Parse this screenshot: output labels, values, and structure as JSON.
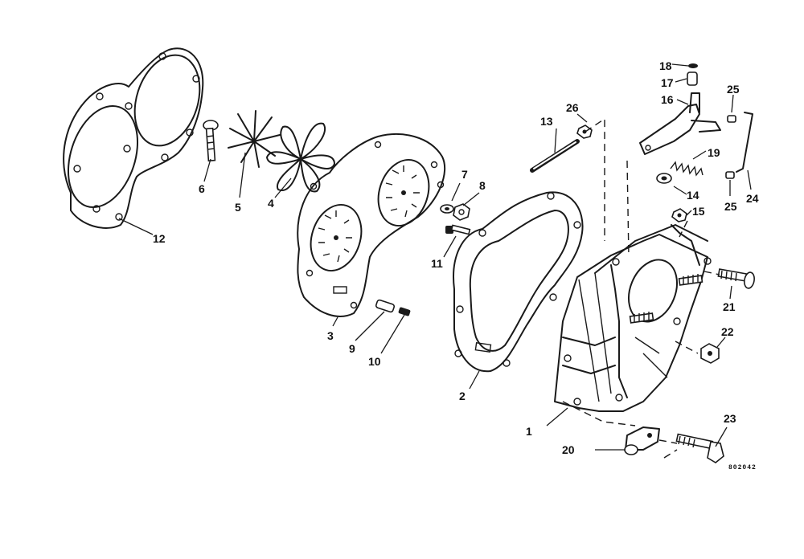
{
  "callouts": [
    {
      "id": "1",
      "text": "1"
    },
    {
      "id": "2",
      "text": "2"
    },
    {
      "id": "3",
      "text": "3"
    },
    {
      "id": "4",
      "text": "4"
    },
    {
      "id": "5",
      "text": "5"
    },
    {
      "id": "6",
      "text": "6"
    },
    {
      "id": "7",
      "text": "7"
    },
    {
      "id": "8",
      "text": "8"
    },
    {
      "id": "9",
      "text": "9"
    },
    {
      "id": "10",
      "text": "10"
    },
    {
      "id": "11",
      "text": "11"
    },
    {
      "id": "12",
      "text": "12"
    },
    {
      "id": "13",
      "text": "13"
    },
    {
      "id": "14",
      "text": "14"
    },
    {
      "id": "15",
      "text": "15"
    },
    {
      "id": "16",
      "text": "16"
    },
    {
      "id": "17",
      "text": "17"
    },
    {
      "id": "18",
      "text": "18"
    },
    {
      "id": "19",
      "text": "19"
    },
    {
      "id": "20",
      "text": "20"
    },
    {
      "id": "21",
      "text": "21"
    },
    {
      "id": "22",
      "text": "22"
    },
    {
      "id": "23",
      "text": "23"
    },
    {
      "id": "24",
      "text": "24"
    },
    {
      "id": "25a",
      "text": "25"
    },
    {
      "id": "25b",
      "text": "25"
    },
    {
      "id": "26",
      "text": "26"
    }
  ],
  "drawing_code": "802042"
}
